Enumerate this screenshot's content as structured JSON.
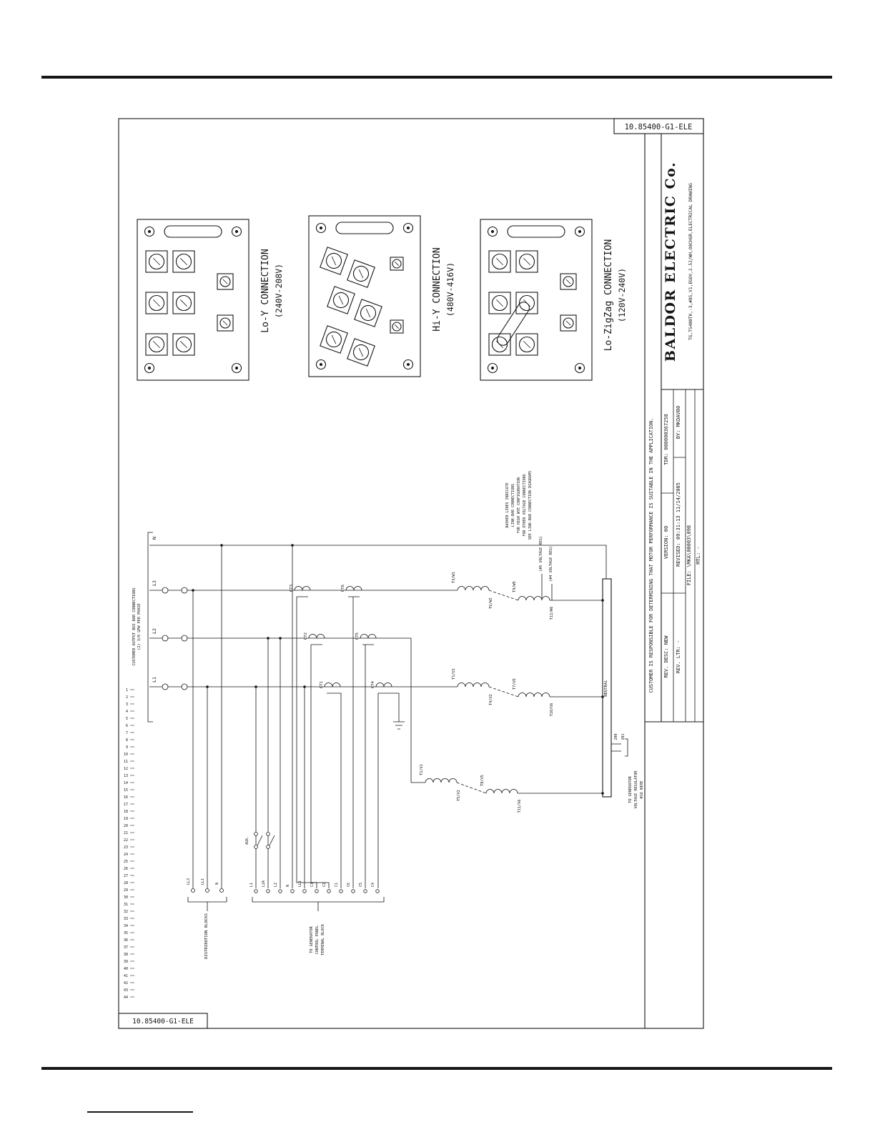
{
  "page": {
    "drawing_number": "10.85400-G1-ELE"
  },
  "title_block": {
    "company": "BALDOR ELECTRIC Co.",
    "description": "TG,TS400TH,-3,#8S,V1,EGOV,2.5J/WH,O8CHGR,ELECTRICAL DRAWING",
    "disclaimer": "CUSTOMER IS RESPONSIBLE FOR DETERMINING THAT MOTOR PERFORMANCE IS SUITABLE IN THE APPLICATION.",
    "rev_desc": "REV. DESC: NEW",
    "rev_ltr": "REV. LTR: -",
    "version": "VERSION: 00",
    "tdr": "TDR: 000000367258",
    "by": "BY: MKDAVB0",
    "revised": "REVISED: 09:31:13 11/14/2005",
    "file": "FILE: \\MKA\\00003\\098",
    "mtl": "MTL: -"
  },
  "connections": [
    {
      "name": "Lo-Y CONNECTION",
      "voltage": "(240V-208V)"
    },
    {
      "name": "Hi-Y CONNECTION",
      "voltage": "(480V-416V)"
    },
    {
      "name": "Lo-ZigZag CONNECTION",
      "voltage": "(120V-240V)"
    }
  ],
  "schematic": {
    "bus_note_1": "CUSTOMER OUTPUT BUS BAR CONNECTIONS",
    "bus_note_2": "(2) 3/0 GPW PER PHASE",
    "phases": [
      "N",
      "L3",
      "L2",
      "L1"
    ],
    "cts": [
      "CT1",
      "CT2",
      "CT3",
      "CT4",
      "CT5",
      "CT6"
    ],
    "winding_labels": {
      "w1": "T3/W1",
      "w2": "T6/W2",
      "w5": "T9/W5",
      "w6": "T12/W6",
      "u1": "T1/U1",
      "u2": "T4/U2",
      "u5": "T7/U5",
      "u6": "T10/U6",
      "v1": "T2/V1",
      "v2": "T5/V2",
      "v5": "T8/V5",
      "v6": "T11/V6"
    },
    "neutral_label": "NEUTRAL",
    "vreg5": "(#5 VOLTAGE REG)",
    "vreg4": "(#4 VOLTAGE REG)",
    "note_lines": [
      "DASHED LINES INDICATE",
      "LINK-BAR CONNECTIONS",
      "FOR HIGH WYE CONFIGURATION",
      "FOR OTHER VOLTAGE CONNECTIONS",
      "SEE LINK-BAR CONNECTION DIAGRAMS"
    ],
    "vr_wire_1": "200",
    "vr_wire_2": "201",
    "to_vr_lines": [
      "TO GENERATOR",
      "VOLTAGE REGULATOR",
      "#16 WIRE"
    ],
    "dist_label": "DISTRIBUTION BLOCKS",
    "dist_terminals": [
      "LL3",
      "LL1",
      "N"
    ],
    "aux_label": "AUX.",
    "panel_terminals": [
      "L1",
      "L2A",
      "L2",
      "N",
      "LL1",
      "C3",
      "C2",
      "C1",
      "C6",
      "C5",
      "C4"
    ],
    "to_panel_lines": [
      "TO GENERATOR",
      "CONTROL PANEL",
      "TERMINAL BLOCK"
    ],
    "ruler_numbers": [
      1,
      2,
      3,
      4,
      5,
      6,
      7,
      8,
      9,
      10,
      11,
      12,
      13,
      14,
      15,
      16,
      17,
      18,
      19,
      20,
      21,
      22,
      23,
      24,
      25,
      26,
      27,
      28,
      29,
      30,
      31,
      32,
      33,
      34,
      35,
      36,
      37,
      38,
      39,
      40,
      41,
      42,
      43,
      44
    ]
  }
}
